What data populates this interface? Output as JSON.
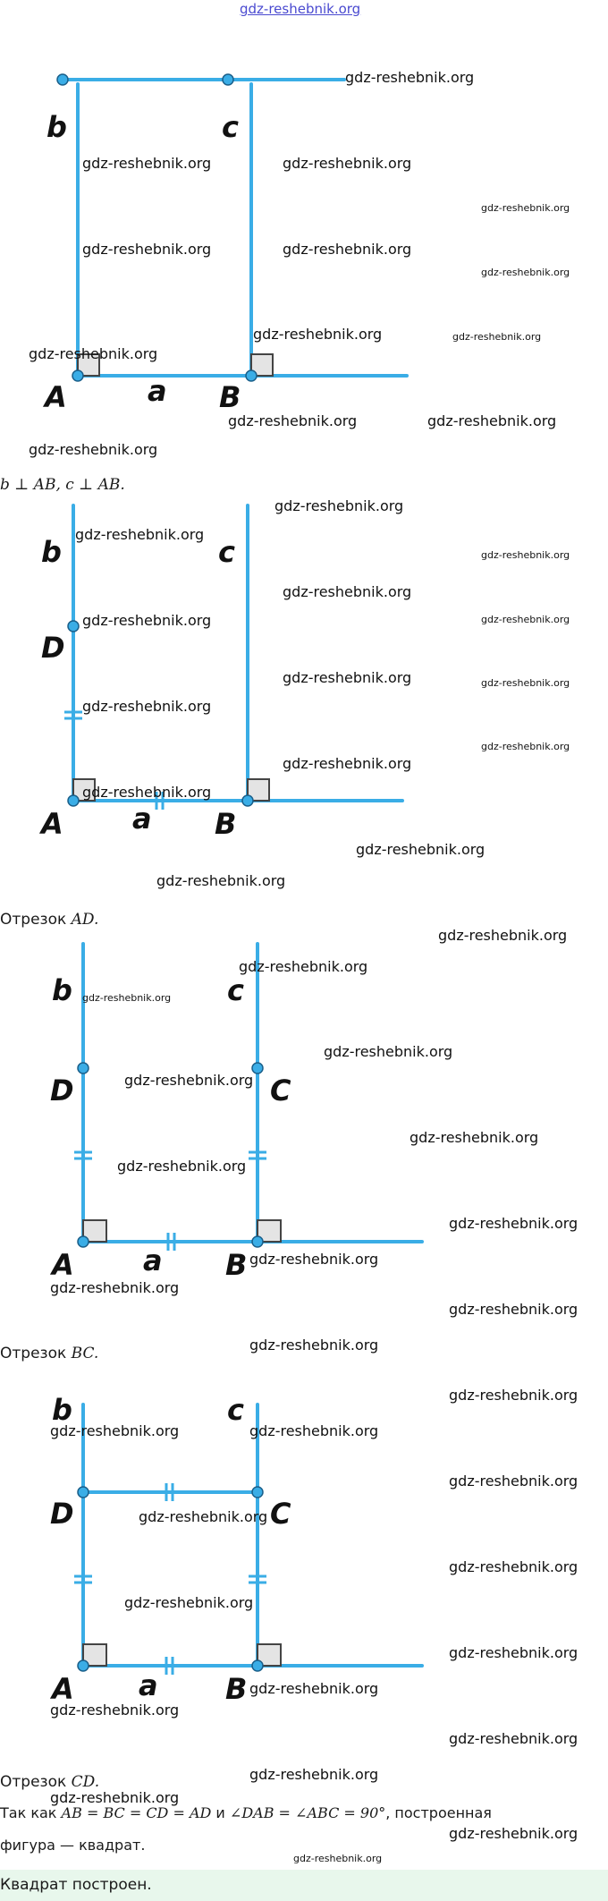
{
  "watermark_text": "gdz-reshebnik.org",
  "figure_labels": {
    "A": "A",
    "B": "B",
    "C": "C",
    "D": "D",
    "a": "a",
    "b": "b",
    "c": "c"
  },
  "steps": [
    {
      "text_plain": "",
      "math": "b ⊥ AB, c ⊥ AB."
    },
    {
      "text_plain": "Отрезок ",
      "math": "AD."
    },
    {
      "text_plain": "Отрезок ",
      "math": "BC."
    },
    {
      "text_plain": "Отрезок ",
      "math": "CD."
    }
  ],
  "conclusion": {
    "part1": "Так как ",
    "math1": "AB = BC = CD = AD",
    "part2": " и ",
    "math2": "∠DAB = ∠ABC = 90°",
    "part3": ", построенная",
    "line2": "фигура — квадрат."
  },
  "final": "Квадрат построен.",
  "colors": {
    "line": "#3aade6",
    "final_bg": "#e8f7ec",
    "link": "#4a4ad0"
  }
}
